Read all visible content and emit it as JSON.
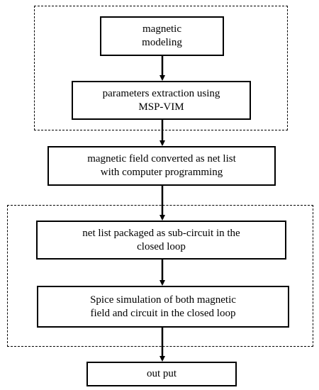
{
  "steps": {
    "magnetic_modeling": "magnetic\nmodeling",
    "parameters_extraction": "parameters extraction using\nMSP-VIM",
    "net_list_conversion": "magnetic field converted as net list\nwith computer programming",
    "sub_circuit_packaging": "net list packaged as sub-circuit in the\nclosed loop",
    "spice_simulation": "Spice simulation of both magnetic\nfield and circuit in the closed loop",
    "output": "out put"
  },
  "colors": {
    "line": "#000000",
    "background": "#ffffff"
  }
}
